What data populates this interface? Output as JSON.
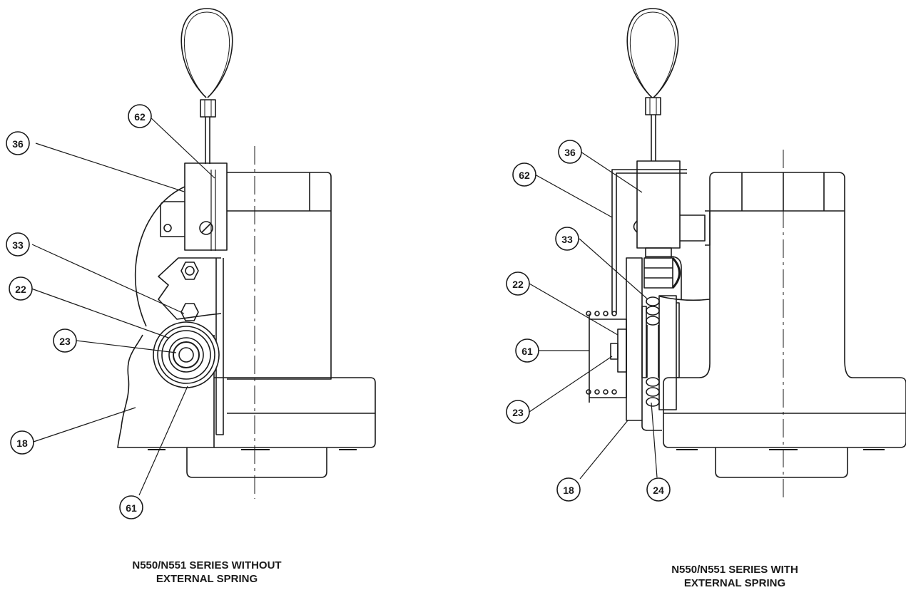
{
  "captions": {
    "left": [
      "N550/N551 SERIES WITHOUT",
      "EXTERNAL SPRING"
    ],
    "right": [
      "N550/N551 SERIES WITH",
      "EXTERNAL SPRING"
    ]
  },
  "callouts_left": {
    "c62": "62",
    "c36": "36",
    "c33": "33",
    "c22": "22",
    "c23": "23",
    "c18": "18",
    "c61": "61"
  },
  "callouts_right": {
    "c36": "36",
    "c62": "62",
    "c33": "33",
    "c22": "22",
    "c61": "61",
    "c23": "23",
    "c18": "18",
    "c24": "24"
  }
}
